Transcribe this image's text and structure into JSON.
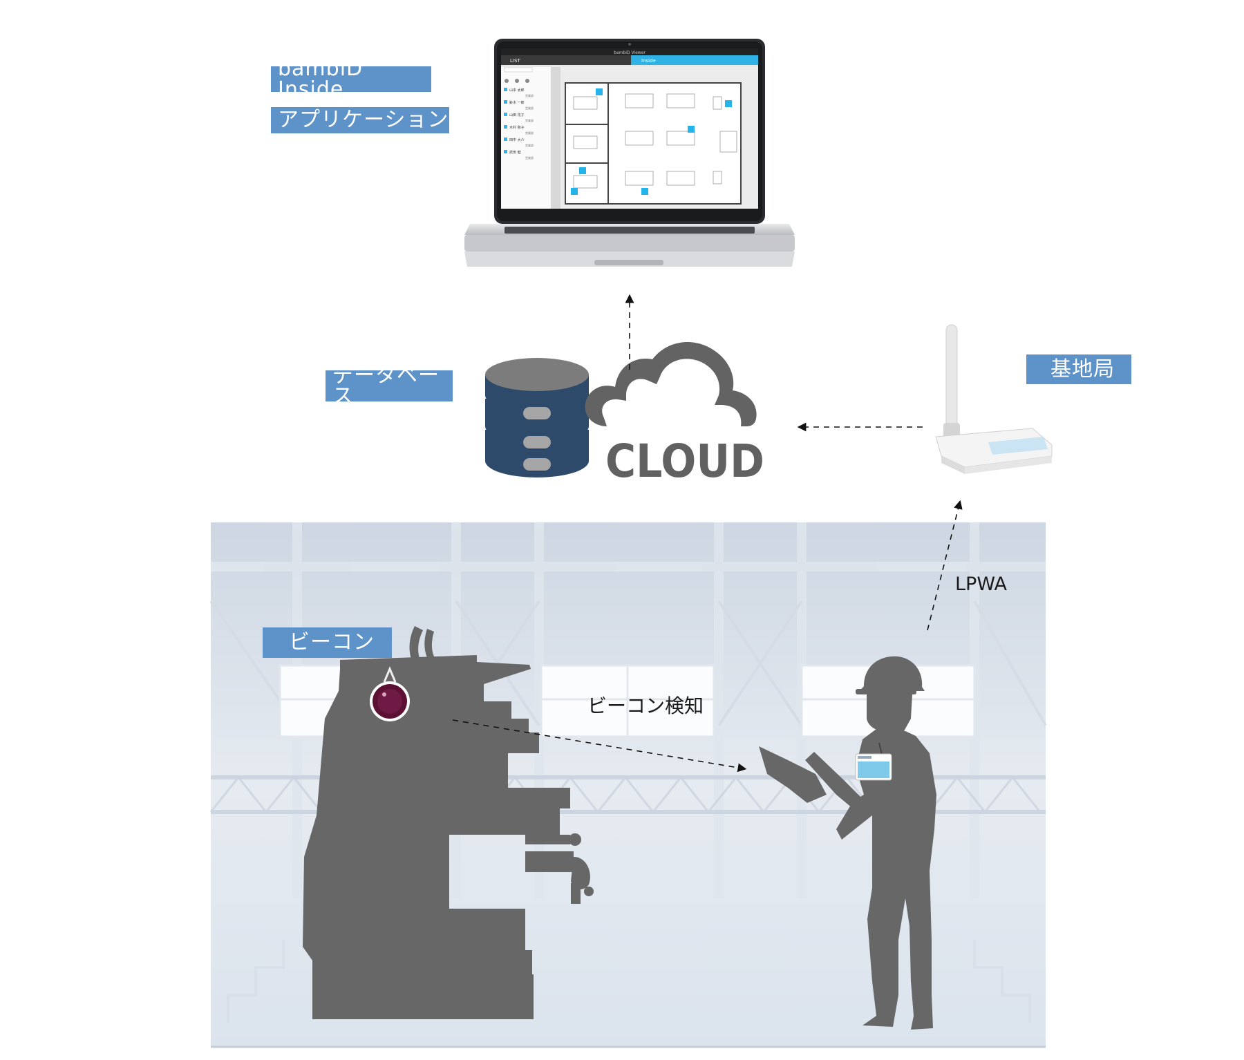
{
  "labels": {
    "app_line1": "bambiD Inside",
    "app_line2": "アプリケーション",
    "database": "データベース",
    "base_station": "基地局",
    "beacon": "ビーコン",
    "lpwa": "LPWA",
    "beacon_detect": "ビーコン検知",
    "cloud": "CLOUD"
  },
  "screen": {
    "title": "bambiD Viewer",
    "tab_list": "LIST",
    "tab_inside": "Inside",
    "people": [
      {
        "name": "山本 太郎",
        "dept": "営業部"
      },
      {
        "name": "鈴木 一郎",
        "dept": "営業部"
      },
      {
        "name": "山田 花子",
        "dept": "営業部"
      },
      {
        "name": "木村 和子",
        "dept": "営業部"
      },
      {
        "name": "田中 大介",
        "dept": "営業部"
      },
      {
        "name": "武田 健",
        "dept": "営業部"
      }
    ]
  },
  "colors": {
    "label_bg": "#5e93c9",
    "silhouette": "#676767",
    "database_body": "#2d4a6b",
    "database_top": "#7c7c7c",
    "cloud": "#636363",
    "accent": "#29b6e6",
    "beacon": "#5c1034"
  },
  "icons": [
    "database-icon",
    "cloud-icon",
    "laptop-icon",
    "antenna-icon",
    "beacon-icon",
    "worker-icon",
    "machine-icon"
  ]
}
